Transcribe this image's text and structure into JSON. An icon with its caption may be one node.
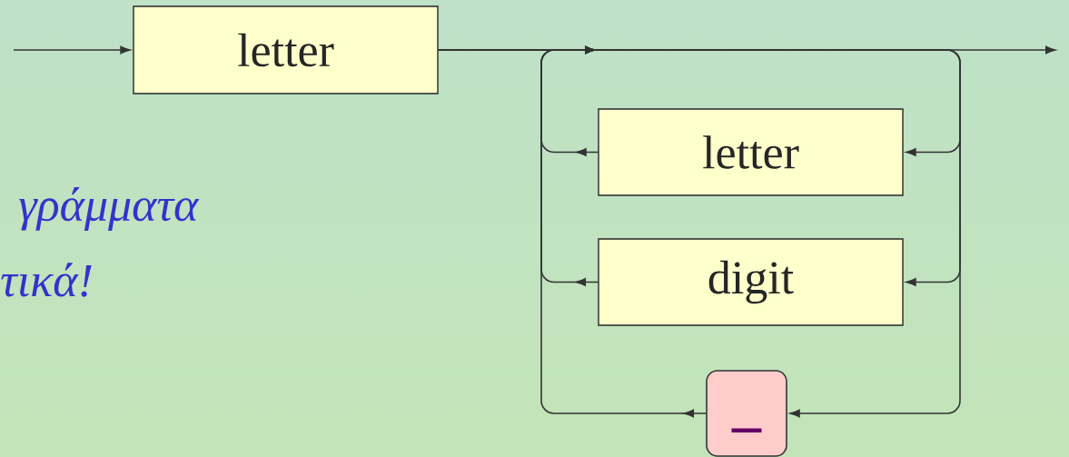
{
  "diagram": {
    "nodes": [
      {
        "text": [
          "letter"
        ]
      },
      {
        "text": [
          "letter"
        ]
      },
      {
        "text": [
          "digit"
        ]
      },
      {
        "text": [
          "_"
        ]
      }
    ],
    "edges": [
      {
        "from": null,
        "to": 0,
        "arrow": "to"
      },
      {
        "from": 0,
        "to": null,
        "arrow": "to"
      },
      {
        "from": 0,
        "to": 1,
        "arrow": "to"
      },
      {
        "from": 0,
        "to": 2,
        "arrow": "to"
      },
      {
        "from": 0,
        "to": 3,
        "arrow": "to"
      },
      {
        "from": 1,
        "to": null,
        "arrow": "to"
      },
      {
        "from": 2,
        "to": null,
        "arrow": "to"
      },
      {
        "from": 3,
        "to": null,
        "arrow": "to"
      }
    ],
    "labels": [
      "γράμματα",
      "τικά!"
    ]
  }
}
